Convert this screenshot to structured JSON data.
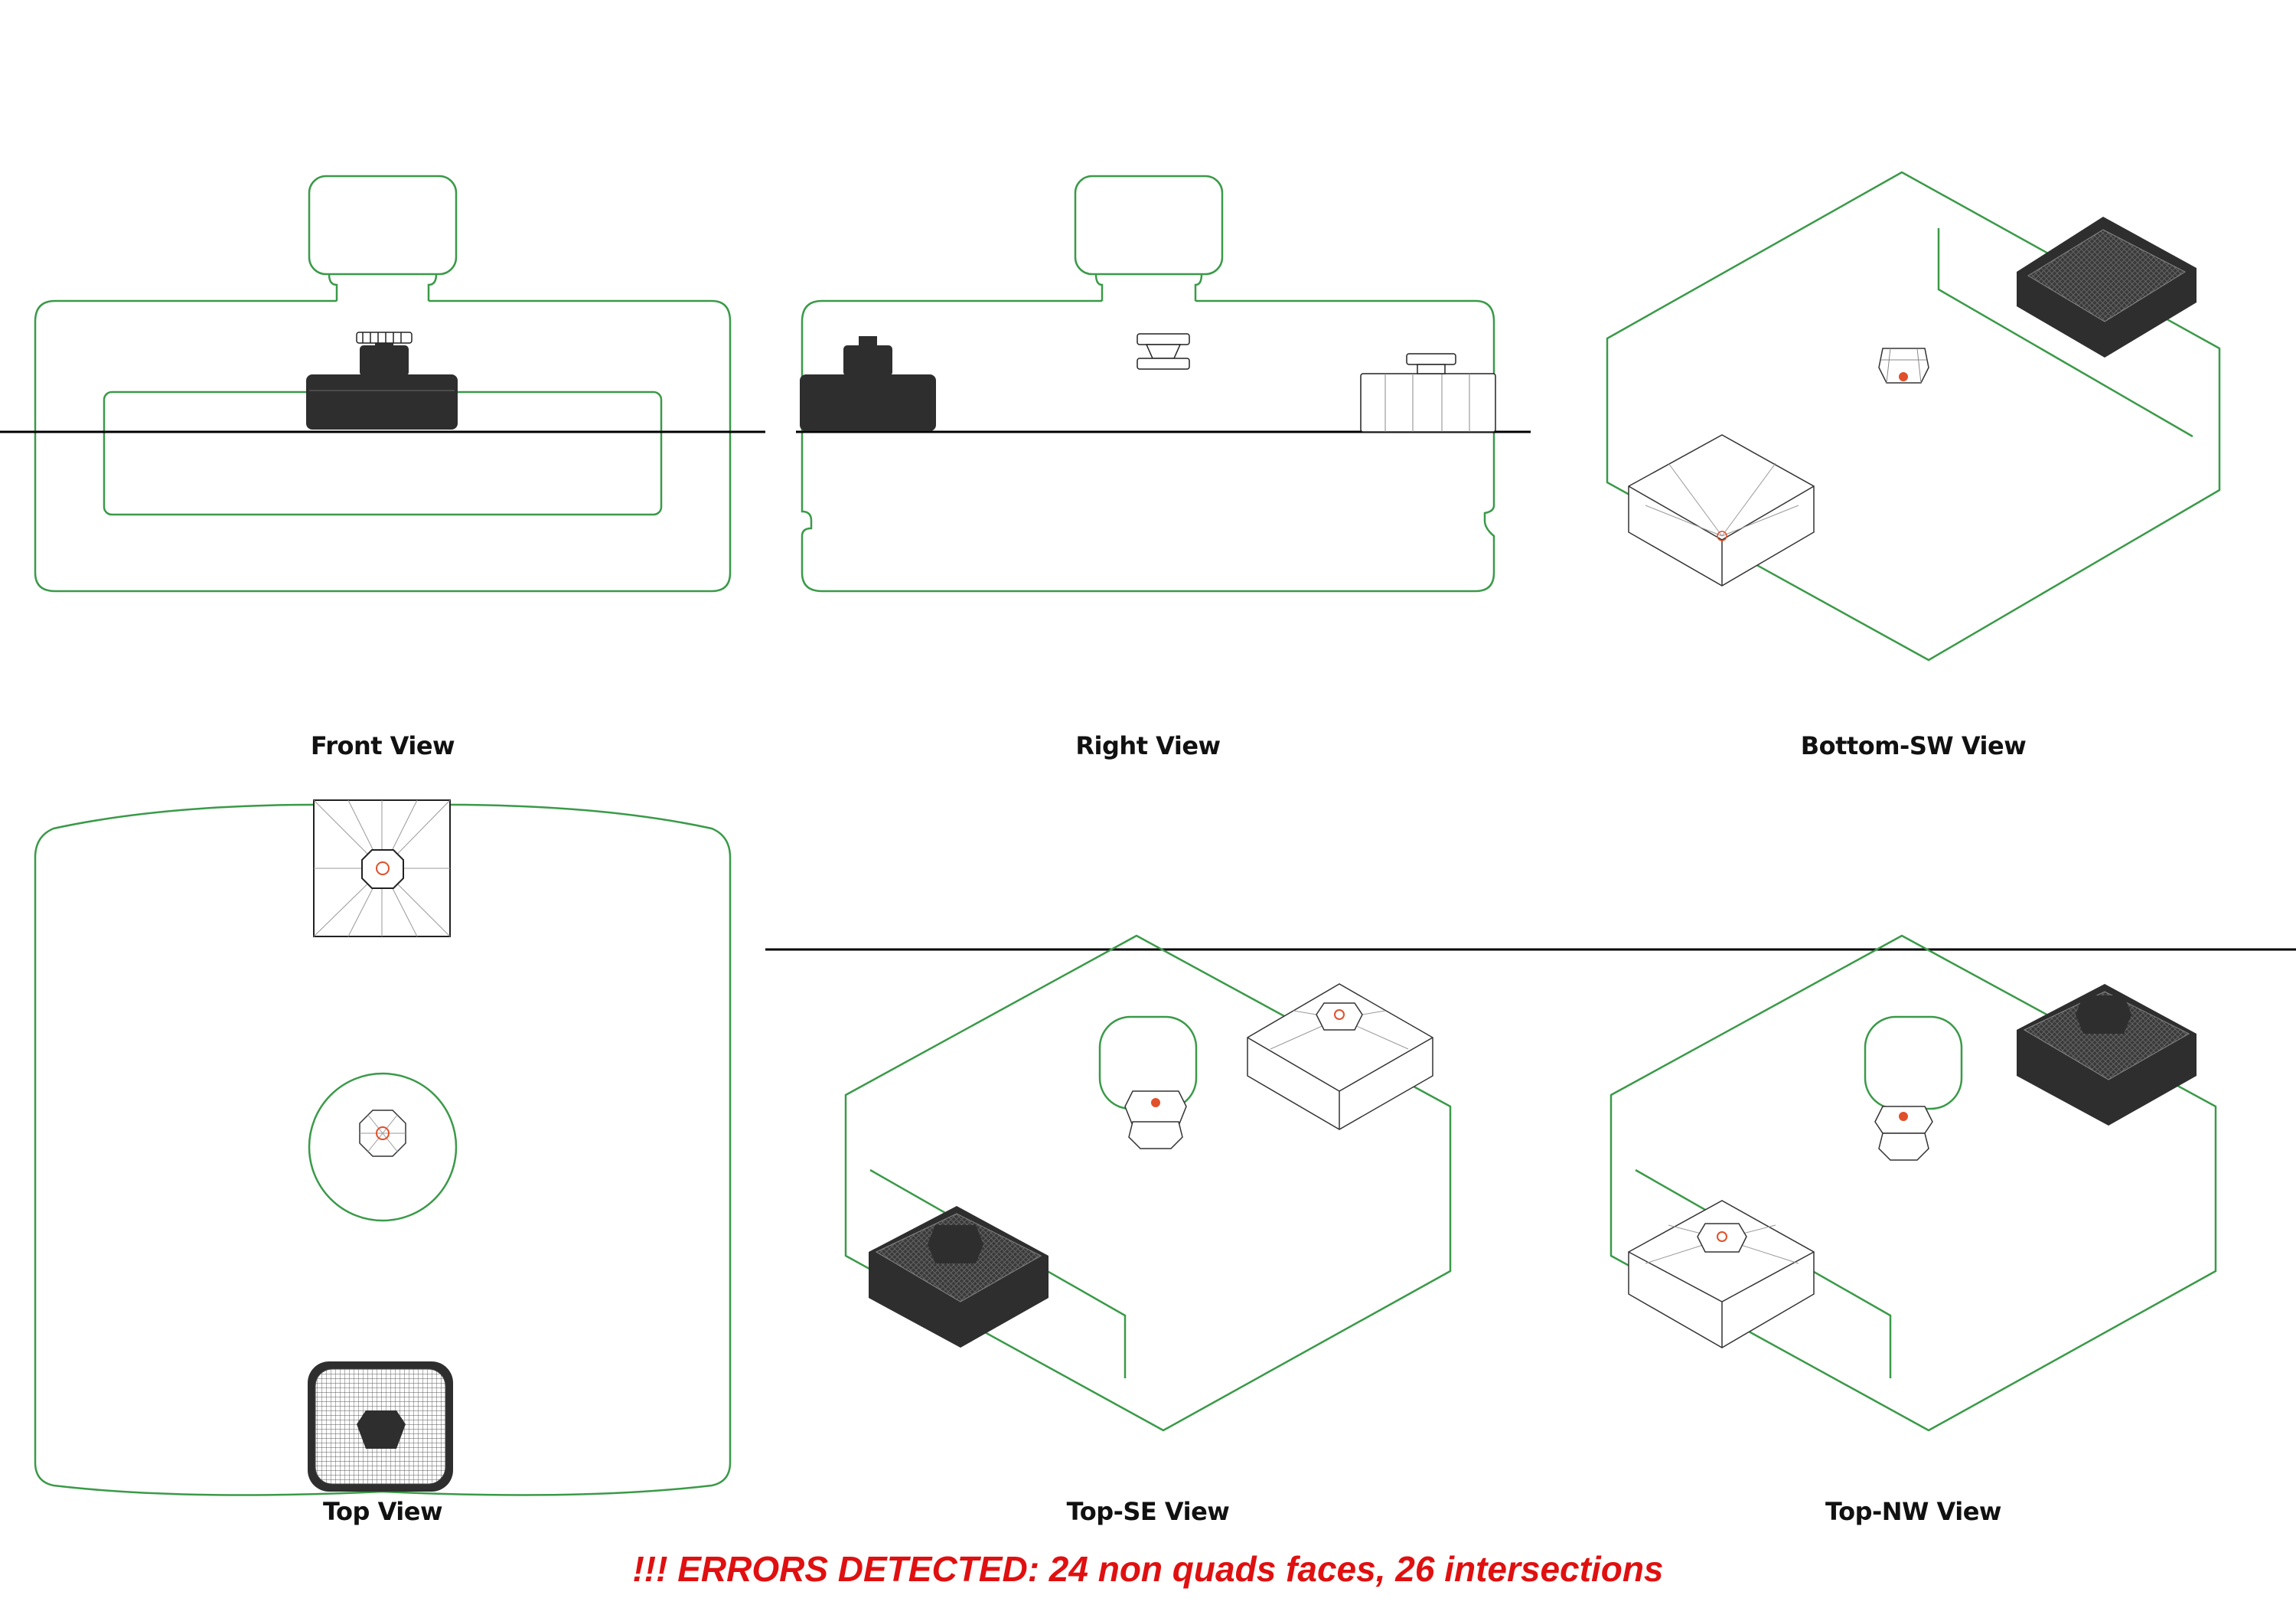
{
  "views": {
    "front": "Front View",
    "right": "Right View",
    "bottom_sw": "Bottom-SW View",
    "top": "Top View",
    "top_se": "Top-SE View",
    "top_nw": "Top-NW View"
  },
  "error_message": "!!! ERRORS DETECTED: 24 non quads faces, 26 intersections",
  "colors": {
    "outline": "#3a9a48",
    "solid": "#2e2e2e",
    "mesh": "#555555",
    "error": "#e01010",
    "ground": "#000000",
    "pivot": "#e0502a"
  }
}
